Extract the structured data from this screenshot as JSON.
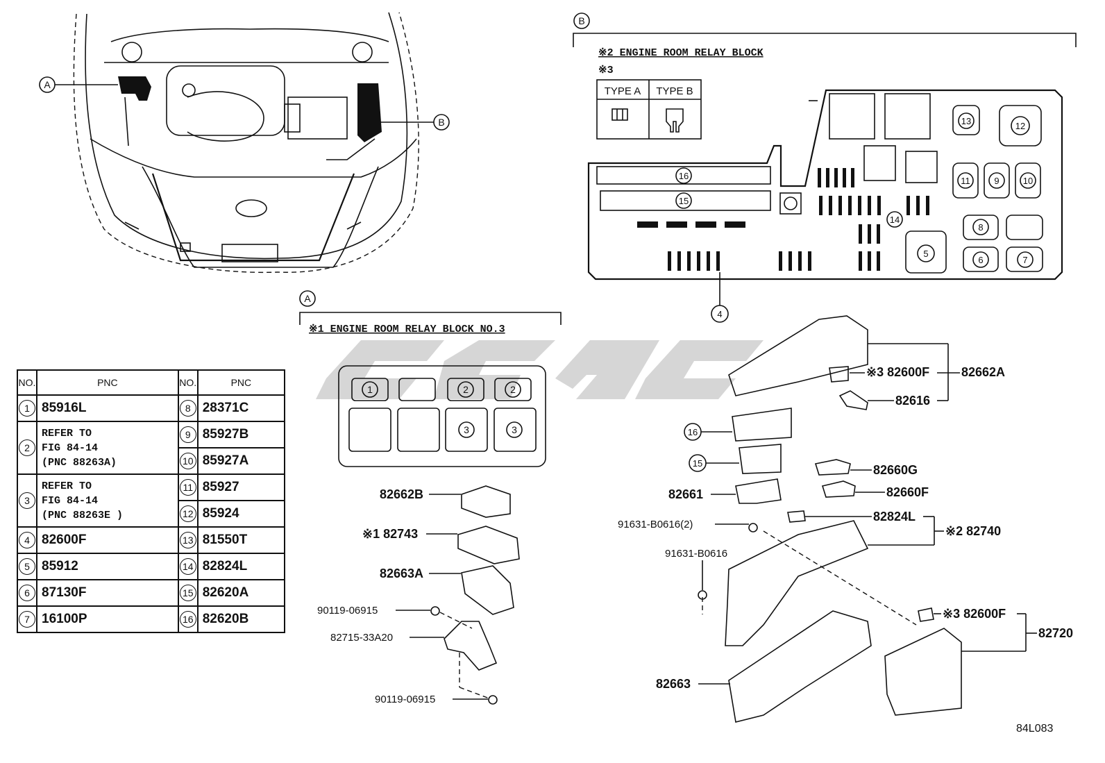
{
  "table": {
    "headers": [
      "NO.",
      "PNC",
      "NO.",
      "PNC"
    ],
    "rows_left": [
      {
        "no": "1",
        "pnc": "85916L"
      },
      {
        "no": "2",
        "pnc": "REFER TO\nFIG 84-14\n(PNC 88263A)"
      },
      {
        "no": "3",
        "pnc": "REFER TO\nFIG 84-14\n(PNC 88263E )"
      },
      {
        "no": "4",
        "pnc": "82600F"
      },
      {
        "no": "5",
        "pnc": "85912"
      },
      {
        "no": "6",
        "pnc": "87130F"
      },
      {
        "no": "7",
        "pnc": "16100P"
      }
    ],
    "rows_right": [
      {
        "no": "8",
        "pnc": "28371C"
      },
      {
        "no": "9",
        "pnc": "85927B"
      },
      {
        "no": "10",
        "pnc": "85927A"
      },
      {
        "no": "11",
        "pnc": "85927"
      },
      {
        "no": "12",
        "pnc": "85924"
      },
      {
        "no": "13",
        "pnc": "81550T"
      },
      {
        "no": "14",
        "pnc": "82824L"
      },
      {
        "no": "15",
        "pnc": "82620A"
      },
      {
        "no": "16",
        "pnc": "82620B"
      }
    ]
  },
  "callouts": {
    "a": "A",
    "b": "B"
  },
  "section_a": {
    "title": "※1 ENGINE ROOM RELAY BLOCK NO.3",
    "slot_labels": [
      "1",
      "2",
      "2",
      "3",
      "3"
    ],
    "parts": [
      "82662B",
      "※1 82743",
      "82663A",
      "90119-06915",
      "82715-33A20",
      "90119-06915"
    ]
  },
  "section_b": {
    "title": "※2 ENGINE ROOM RELAY BLOCK",
    "note": "※3",
    "type_a": "TYPE A",
    "type_b": "TYPE B",
    "layout_labels": [
      "16",
      "15",
      "13",
      "12",
      "11",
      "9",
      "10",
      "14",
      "8",
      "5",
      "6",
      "7",
      "4"
    ],
    "parts": [
      "※3 82600F",
      "82662A",
      "82616",
      "82660G",
      "82661",
      "82660F",
      "91631-B0616(2)",
      "82824L",
      "※2 82740",
      "91631-B0616",
      "※3 82600F",
      "82720",
      "82663"
    ],
    "exploded_labels": [
      "16",
      "15"
    ]
  },
  "figure_code": "84L083",
  "colors": {
    "ink": "#111111",
    "watermark": "#cfcfcf"
  }
}
